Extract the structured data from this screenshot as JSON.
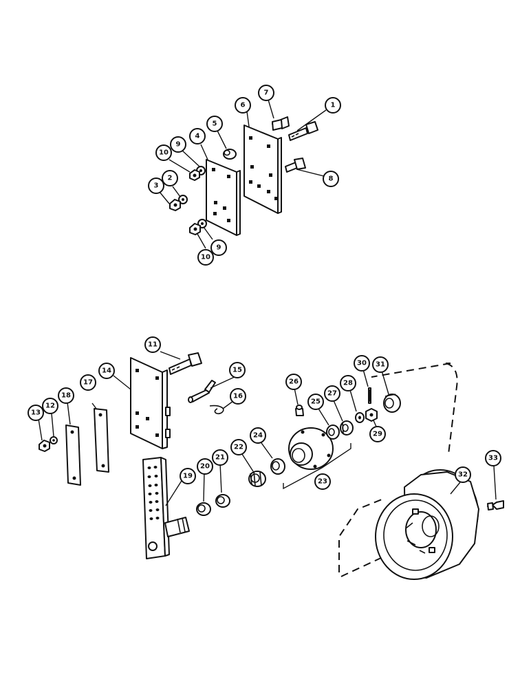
{
  "callouts": [
    {
      "id": "c1",
      "text": "1"
    },
    {
      "id": "c2",
      "text": "2"
    },
    {
      "id": "c3",
      "text": "3"
    },
    {
      "id": "c4",
      "text": "4"
    },
    {
      "id": "c5",
      "text": "5"
    },
    {
      "id": "c6",
      "text": "6"
    },
    {
      "id": "c7",
      "text": "7"
    },
    {
      "id": "c8",
      "text": "8"
    },
    {
      "id": "c9a",
      "text": "9"
    },
    {
      "id": "c9b",
      "text": "9"
    },
    {
      "id": "c10a",
      "text": "10"
    },
    {
      "id": "c10b",
      "text": "10"
    },
    {
      "id": "c11",
      "text": "11"
    },
    {
      "id": "c12",
      "text": "12"
    },
    {
      "id": "c13",
      "text": "13"
    },
    {
      "id": "c14",
      "text": "14"
    },
    {
      "id": "c15",
      "text": "15"
    },
    {
      "id": "c16",
      "text": "16"
    },
    {
      "id": "c17",
      "text": "17"
    },
    {
      "id": "c18",
      "text": "18"
    },
    {
      "id": "c19",
      "text": "19"
    },
    {
      "id": "c20",
      "text": "20"
    },
    {
      "id": "c21",
      "text": "21"
    },
    {
      "id": "c22",
      "text": "22"
    },
    {
      "id": "c23",
      "text": "23"
    },
    {
      "id": "c24",
      "text": "24"
    },
    {
      "id": "c25",
      "text": "25"
    },
    {
      "id": "c26",
      "text": "26"
    },
    {
      "id": "c27",
      "text": "27"
    },
    {
      "id": "c28",
      "text": "28"
    },
    {
      "id": "c29",
      "text": "29"
    },
    {
      "id": "c30",
      "text": "30"
    },
    {
      "id": "c31",
      "text": "31"
    },
    {
      "id": "c32",
      "text": "32"
    },
    {
      "id": "c33",
      "text": "33"
    }
  ]
}
